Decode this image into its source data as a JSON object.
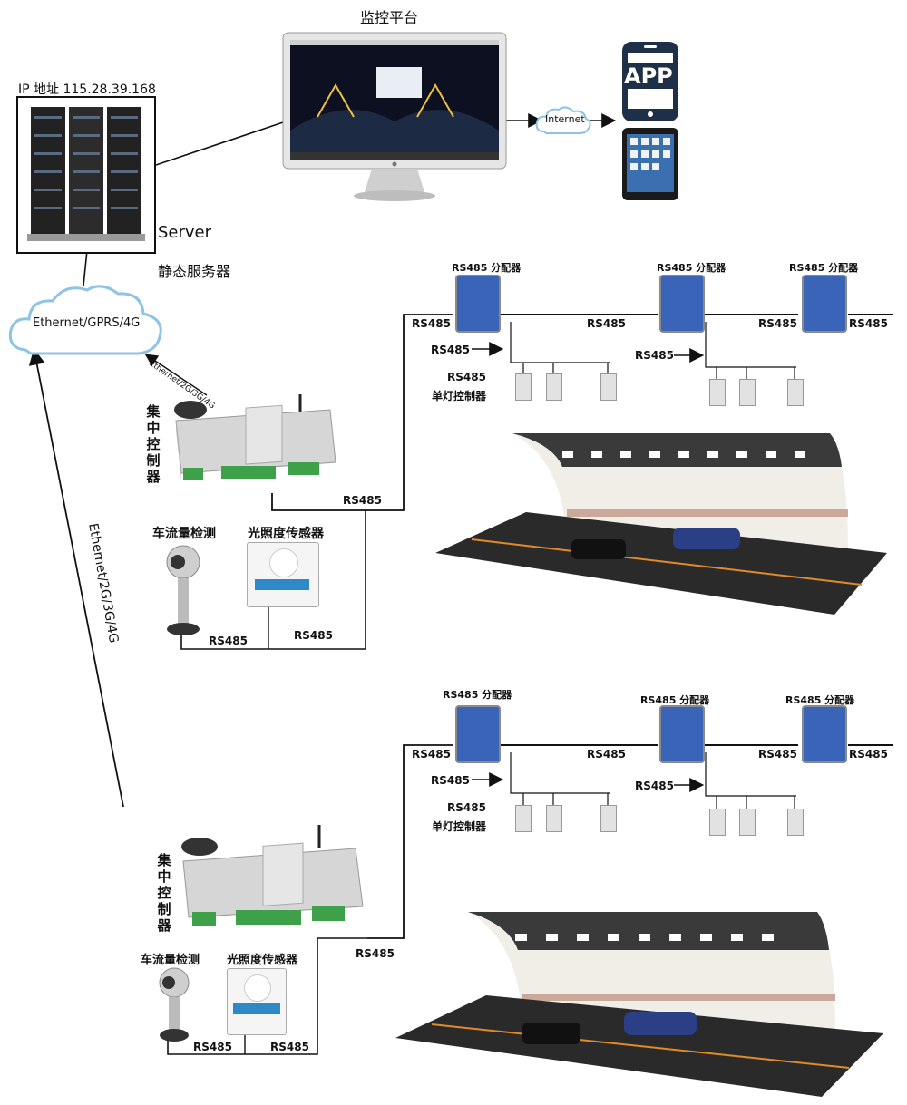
{
  "platform": {
    "title": "监控平台",
    "internet": "Internet"
  },
  "server": {
    "ip": "IP 地址 115.28.39.168",
    "name": "Server",
    "name_cn": "静态服务器"
  },
  "app": {
    "label": "APP"
  },
  "cloud": {
    "label": "Ethernet/GPRS/4G"
  },
  "links": {
    "upper": "Ethernet/2G/3G/4G",
    "long": "Ethernet/2G/3G/4G"
  },
  "top_section": {
    "controller": "集中控制器",
    "splitters": [
      "RS485 分配器",
      "RS485 分配器",
      "RS485 分配器"
    ],
    "bus_labels": [
      "RS485",
      "RS485",
      "RS485",
      "RS485"
    ],
    "arrow_labels": [
      "RS485",
      "RS485"
    ],
    "lamp_ctrl": [
      "RS485",
      "单灯控制器"
    ],
    "controller_bus": "RS485",
    "traffic": "车流量检测",
    "light": "光照度传感器",
    "sensor_bus": [
      "RS485",
      "RS485"
    ]
  },
  "bottom_section": {
    "controller": "集中控制器",
    "splitters": [
      "RS485 分配器",
      "RS485 分配器",
      "RS485 分配器"
    ],
    "bus_labels": [
      "RS485",
      "RS485",
      "RS485",
      "RS485"
    ],
    "arrow_labels": [
      "RS485",
      "RS485"
    ],
    "lamp_ctrl": [
      "RS485",
      "单灯控制器"
    ],
    "controller_bus": "RS485",
    "traffic": "车流量检测",
    "light": "光照度传感器",
    "sensor_bus": [
      "RS485",
      "RS485"
    ]
  },
  "colors": {
    "splitter": "#3a64b8",
    "terminal": "#3fa04a",
    "road": "#2a2a2a",
    "tunnel": "#3a3a3a",
    "cloud_edge": "#8fc3e6"
  }
}
